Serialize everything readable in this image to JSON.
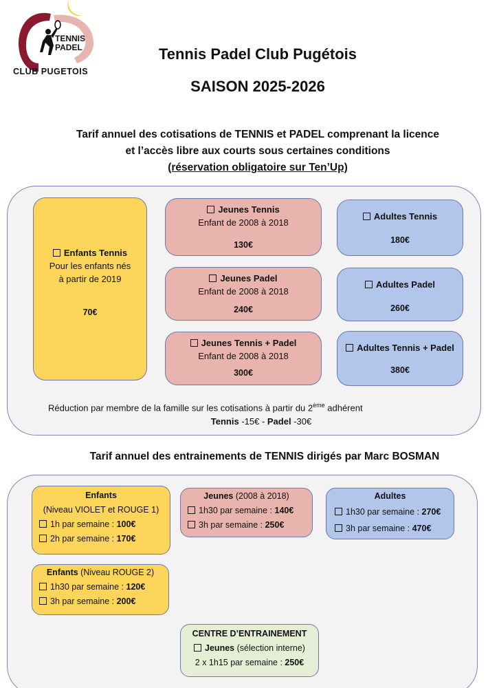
{
  "logo": {
    "line1": "TENNIS",
    "line2": "PADEL",
    "line3": "CLUB PUGETOIS"
  },
  "header": {
    "club": "Tennis Padel Club Pugétois",
    "season": "SAISON 2025-2026"
  },
  "cotisations": {
    "title_line1": "Tarif annuel des cotisations de TENNIS et PADEL comprenant la licence",
    "title_line2": "et l’accès libre aux courts sous certaines conditions",
    "title_line3": "(réservation obligatoire sur Ten’Up)",
    "enfants": {
      "label": "Enfants Tennis",
      "desc1": "Pour les enfants nés",
      "desc2": "à partir de 2019",
      "price": "70€"
    },
    "jeunes_tennis": {
      "label": "Jeunes Tennis",
      "desc": "Enfant de 2008 à 2018",
      "price": "130€"
    },
    "jeunes_padel": {
      "label": "Jeunes Padel",
      "desc": "Enfant de 2008 à 2018",
      "price": "240€"
    },
    "jeunes_tp": {
      "label": "Jeunes Tennis + Padel",
      "desc": "Enfant de 2008 à 2018",
      "price": "300€"
    },
    "adultes_tennis": {
      "label": "Adultes Tennis",
      "price": "180€"
    },
    "adultes_padel": {
      "label": "Adultes Padel",
      "price": "260€"
    },
    "adultes_tp": {
      "label": "Adultes Tennis + Padel",
      "price": "380€"
    },
    "reduction_text": "Réduction par membre de la famille sur les cotisations à partir du 2",
    "reduction_sup": "ème",
    "reduction_tail": " adhérent",
    "tennis_label": "Tennis",
    "tennis_value": " -15€ - ",
    "padel_label": "Padel",
    "padel_value": " -30€"
  },
  "entrainements": {
    "title": "Tarif annuel des entrainements de TENNIS dirigés par Marc BOSMAN",
    "enfants1": {
      "head": "Enfants",
      "sub": "(Niveau VIOLET et ROUGE 1)",
      "l1": "1h par semaine : ",
      "p1": "100€",
      "l2": "2h par semaine : ",
      "p2": "170€"
    },
    "jeunes": {
      "head": "Jeunes",
      "head_sub": " (2008 à 2018)",
      "l1": "1h30 par semaine : ",
      "p1": "140€",
      "l2": "3h par semaine : ",
      "p2": "250€"
    },
    "adultes": {
      "head": "Adultes",
      "l1": "1h30 par semaine : ",
      "p1": "270€",
      "l2": "3h par semaine : ",
      "p2": "470€"
    },
    "enfants2": {
      "head": "Enfants",
      "head_sub": " (Niveau ROUGE 2)",
      "l1": "1h30 par semaine : ",
      "p1": "120€",
      "l2": "3h par semaine : ",
      "p2": "200€"
    },
    "centre": {
      "head": "CENTRE D’ENTRAINEMENT",
      "label": "Jeunes",
      "label_sub": " (sélection interne)",
      "l1": "2 x 1h15 par semaine : ",
      "p1": "250€"
    }
  },
  "colors": {
    "yellow": "#fdd55a",
    "pink": "#e9b4ad",
    "blue": "#b2c5ea",
    "green": "#e6efd6",
    "logo_red": "#8b1a2e",
    "moon": "#f1d04b"
  }
}
